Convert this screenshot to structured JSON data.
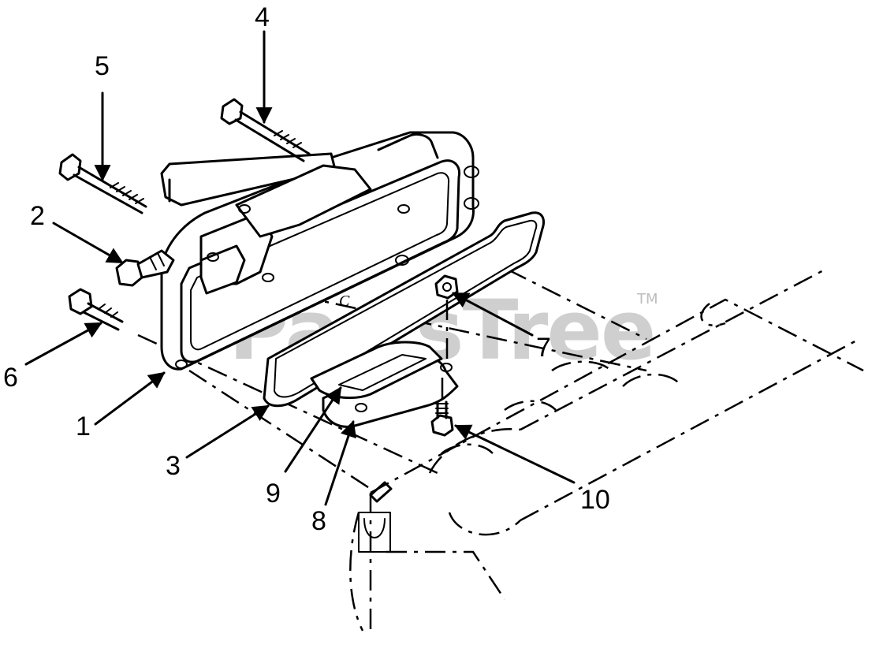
{
  "watermark": {
    "text": "PartsTree",
    "trademark": "TM"
  },
  "callouts": [
    {
      "id": "1",
      "label": "1"
    },
    {
      "id": "2",
      "label": "2"
    },
    {
      "id": "3",
      "label": "3"
    },
    {
      "id": "4",
      "label": "4"
    },
    {
      "id": "5",
      "label": "5"
    },
    {
      "id": "6",
      "label": "6"
    },
    {
      "id": "7",
      "label": "7"
    },
    {
      "id": "8",
      "label": "8"
    },
    {
      "id": "9",
      "label": "9"
    },
    {
      "id": "10",
      "label": "10"
    }
  ],
  "part_marks": {
    "manifold_letter": "C"
  }
}
